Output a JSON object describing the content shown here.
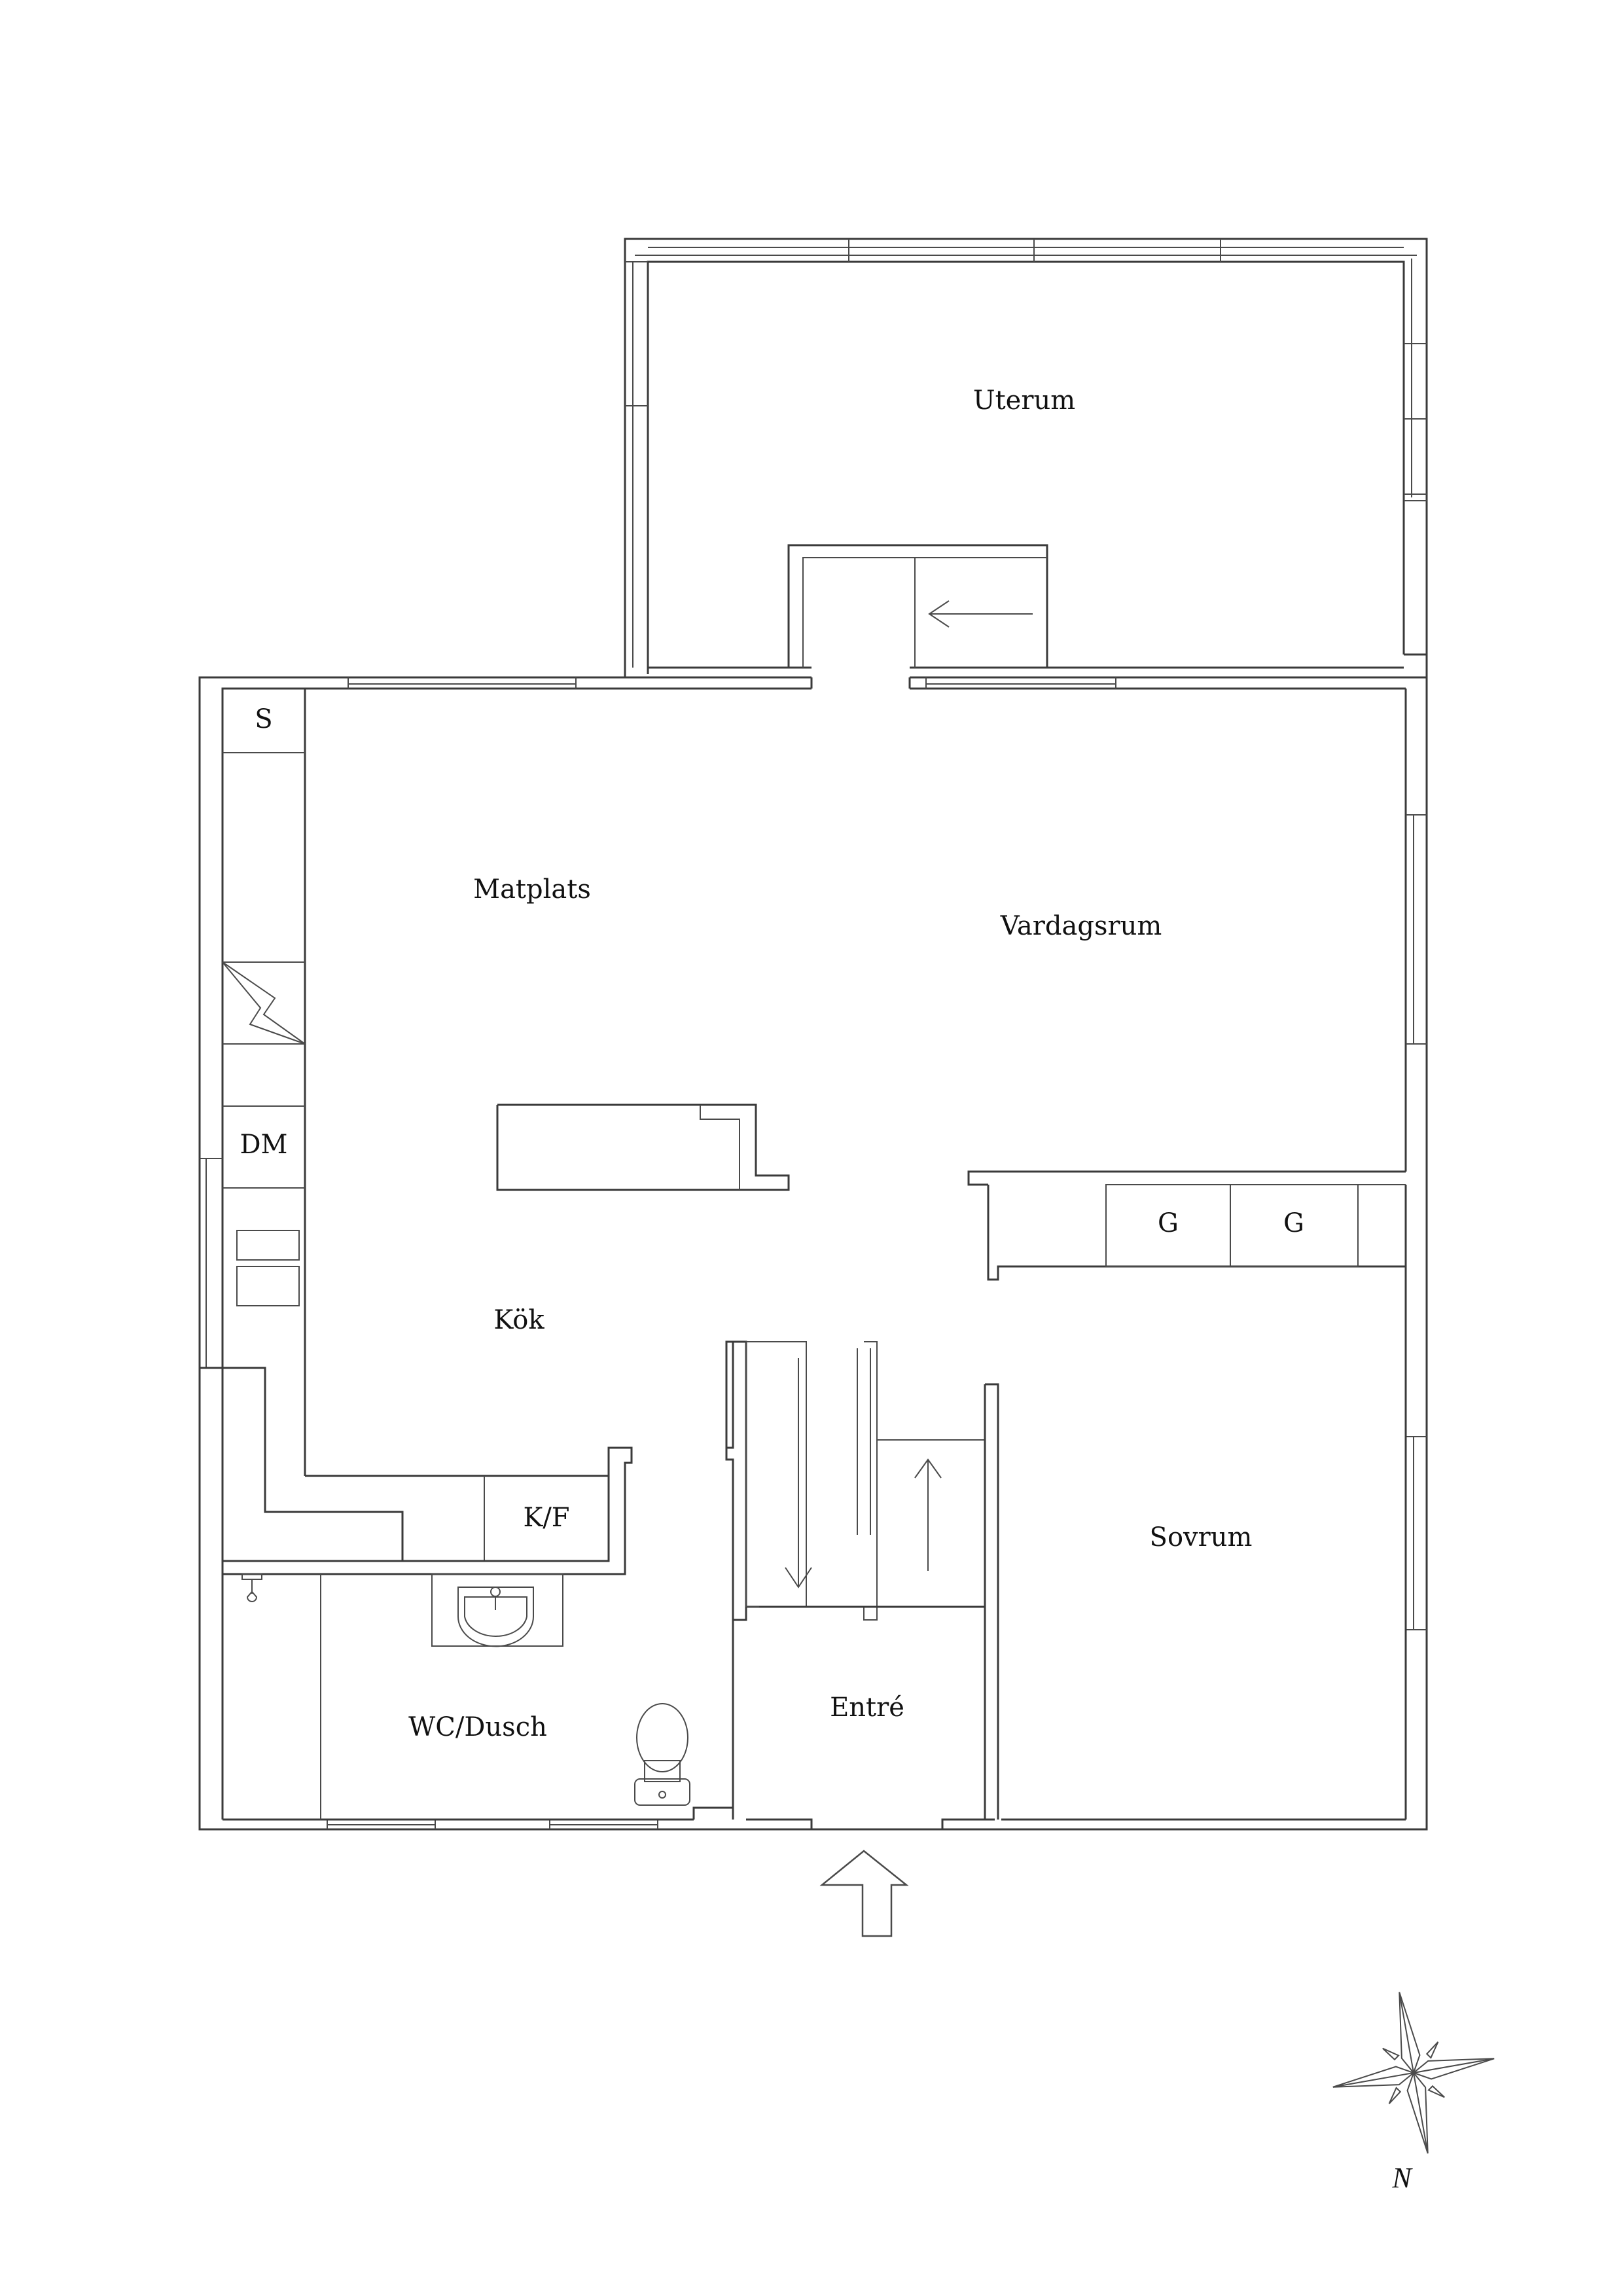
{
  "plan": {
    "type": "floor-plan",
    "rooms": [
      {
        "key": "uterum",
        "label": "Uterum"
      },
      {
        "key": "matplats",
        "label": "Matplats"
      },
      {
        "key": "vardagsrum",
        "label": "Vardagsrum"
      },
      {
        "key": "kok",
        "label": "Kök"
      },
      {
        "key": "wc_dusch",
        "label": "WC/Dusch"
      },
      {
        "key": "entre",
        "label": "Entré"
      },
      {
        "key": "sovrum",
        "label": "Sovrum"
      }
    ],
    "fixtures": {
      "storage": "S",
      "dishwasher": "DM",
      "fridge_freezer": "K/F",
      "wardrobe_1": "G",
      "wardrobe_2": "G"
    },
    "compass": {
      "north_label": "N"
    },
    "entrance_arrow": "entrance-arrow",
    "colors": {
      "line": "#3a3a3a",
      "text": "#111111",
      "background": "#ffffff"
    }
  }
}
